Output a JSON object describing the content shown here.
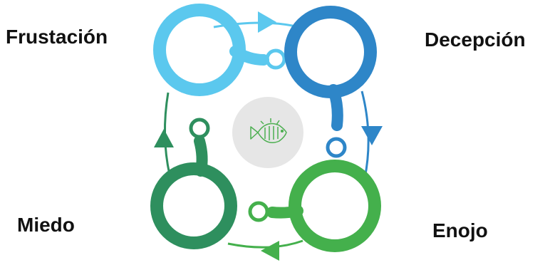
{
  "stages": [
    {
      "id": "top-left",
      "label": "Frustación",
      "color": "#5BC8EE"
    },
    {
      "id": "top-right",
      "label": "Decepción",
      "color": "#2E86C8"
    },
    {
      "id": "bottom-right",
      "label": "Enojo",
      "color": "#44B04C"
    },
    {
      "id": "bottom-left",
      "label": "Miedo",
      "color": "#2E8F5E"
    }
  ],
  "center": {
    "icon": "fish-icon",
    "circle_color": "#E6E6E6",
    "icon_color": "#4CAF50"
  }
}
